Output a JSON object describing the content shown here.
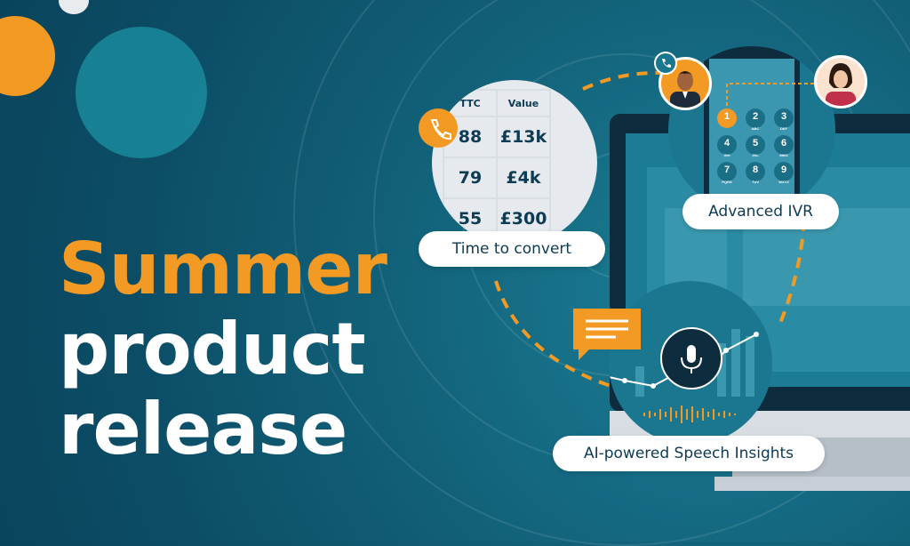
{
  "headline": {
    "line1": "Summer",
    "line2": "product",
    "line3": "release"
  },
  "features": {
    "time_to_convert": {
      "label": "Time to convert",
      "table": {
        "headers": [
          "TTC",
          "Value"
        ],
        "rows": [
          [
            "88",
            "£13k"
          ],
          [
            "79",
            "£4k"
          ],
          [
            "55",
            "£300"
          ]
        ]
      }
    },
    "advanced_ivr": {
      "label": "Advanced IVR",
      "keypad": [
        {
          "digit": "1",
          "letters": ""
        },
        {
          "digit": "2",
          "letters": "ABC"
        },
        {
          "digit": "3",
          "letters": "DEF"
        },
        {
          "digit": "4",
          "letters": "GHI"
        },
        {
          "digit": "5",
          "letters": "JKL"
        },
        {
          "digit": "6",
          "letters": "MNO"
        },
        {
          "digit": "7",
          "letters": "PQRS"
        },
        {
          "digit": "8",
          "letters": "TUV"
        },
        {
          "digit": "9",
          "letters": "WXYZ"
        }
      ]
    },
    "speech_insights": {
      "label": "AI-powered Speech Insights"
    }
  },
  "icons": [
    "phone-icon",
    "microphone-icon",
    "chat-bubble-icon",
    "agent-avatar-icon",
    "caller-avatar-icon",
    "call-transfer-icon",
    "soundwave-icon"
  ],
  "colors": {
    "orange": "#f39a24",
    "navy": "#0d3b53",
    "teal": "#12627a",
    "white": "#ffffff"
  }
}
